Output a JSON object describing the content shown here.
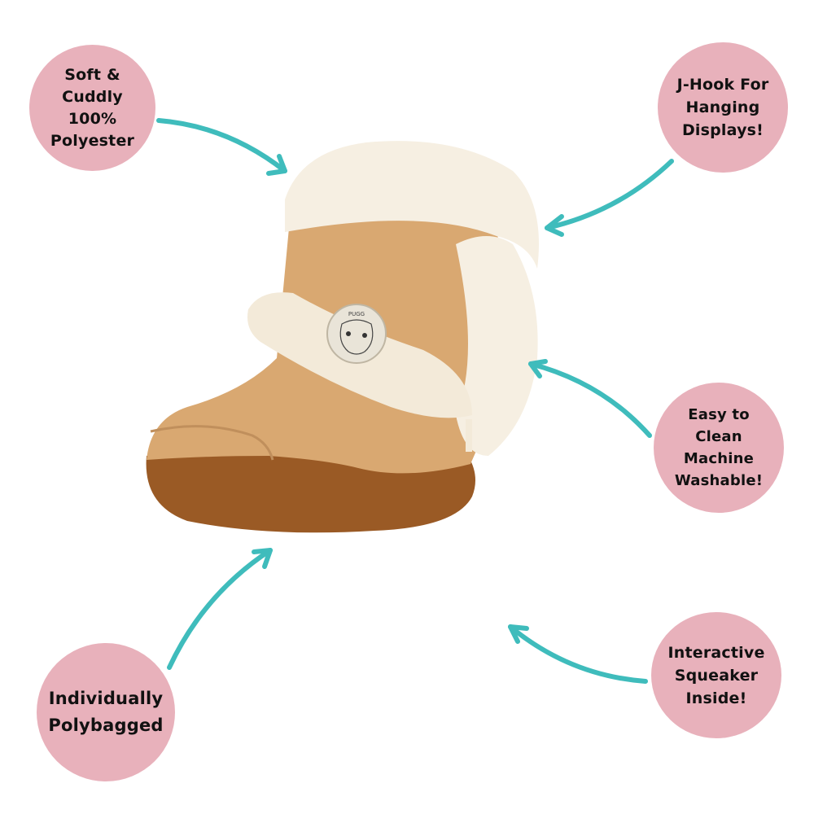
{
  "infographic": {
    "product": {
      "name": "Plush boot dog toy",
      "patch_text": "PUGG",
      "colors": {
        "suede": "#d9a871",
        "sole": "#9a5a25",
        "fur": "#f6efe2",
        "patch": "#e9e4d8"
      }
    },
    "accent_colors": {
      "callout_bg": "#e8b1bb",
      "arrow": "#3fbcbc",
      "text": "#111111"
    },
    "callouts": [
      {
        "id": "soft",
        "text": "Soft &\nCuddly\n100%\nPolyester"
      },
      {
        "id": "jhook",
        "text": "J-Hook For\nHanging\nDisplays!"
      },
      {
        "id": "clean",
        "text": "Easy to\nClean\nMachine\nWashable!"
      },
      {
        "id": "squeaker",
        "text": "Interactive\nSqueaker\nInside!"
      },
      {
        "id": "polybag",
        "text": "Individually\nPolybagged"
      }
    ]
  }
}
